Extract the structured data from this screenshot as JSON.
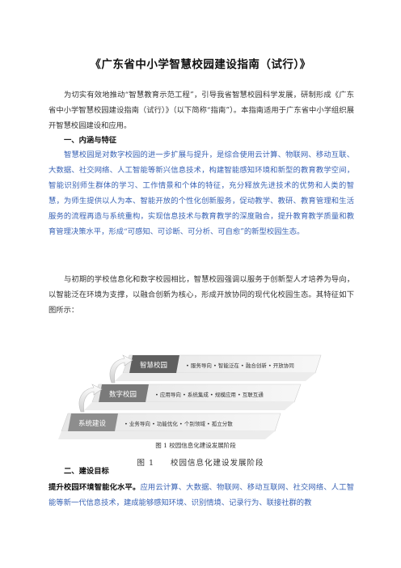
{
  "doc": {
    "title": "《广东省中小学智慧校园建设指南（试行）》",
    "intro": "为切实有效地推动“智慧教育示范工程”，引导我省智慧校园科学发展，研制形成《广东省中小学智慧校园建设指南（试行）》（以下简称“指南”）。本指南适用于广东省中小学组织展开智慧校园建设和应用。",
    "section1_heading": "一、内涵与特征",
    "section1_p1": "智慧校园是对数字校园的进一步扩展与提升，是综合使用云计算、物联网、移动互联、大数据、社交网络、人工智能等新兴信息技术，构建智能感知环境和新型的教育教学空间，智能识别师生群体的学习、工作情景和个体的特征，充分释放先进技术的优势和人类的智慧，为师生提供以人为本、智能开放的个性化创新服务，促动教学、教研、教育管理和生活服务的流程再造与系统重构，实现信息技术与教育教学的深度融合，提升教育教学质量和教育管理决策水平，形成“可感知、可诊断、可分析、可自愈”的新型校园生态。",
    "section1_p2": "与初期的学校信息化和数字校园相比，智慧校园强调以服务于创新型人才培养为导向，以智能泛在环境为支撑，以融合创新为核心，形成开放协同的现代化校园生态。其特征如下图所示：",
    "section2_heading": "二、建设目标",
    "section2_lead": "提升校园环境智能化水平。",
    "section2_text": "应用云计算、大数据、物联网、移动互联网、社交网络、人工智能等新一代信息技术，建成能够感知环境、识别情境、记录行为、联接社群的教"
  },
  "figure": {
    "inner_caption": "图 1    校园信息化建设发展阶段",
    "stages": [
      {
        "name": "智慧校园",
        "features": [
          "服务导向",
          "智能泛在",
          "融合创新",
          "开放协同"
        ]
      },
      {
        "name": "数字校园",
        "features": [
          "应用导向",
          "系统集成",
          "规模应用",
          "互联互通"
        ]
      },
      {
        "name": "系统建设",
        "features": [
          "业务导向",
          "功能优化",
          "个别领域",
          "孤立分散"
        ]
      }
    ],
    "colors": {
      "stage_dark": "#5f5f5f",
      "stage_mid": "#7a7a7a",
      "stage_light": "#8d8d8d",
      "band": "#dcdcdc"
    }
  },
  "caption": {
    "label": "图 1",
    "text": "校园信息化建设发展阶段"
  }
}
